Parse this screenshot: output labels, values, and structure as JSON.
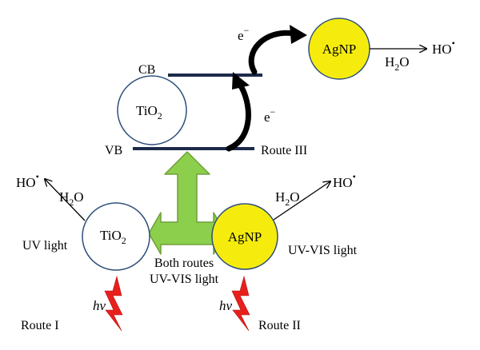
{
  "diagram": {
    "levels": {
      "cb": "CB",
      "vb": "VB"
    },
    "electron": {
      "symbol": "e",
      "superscript": "−"
    },
    "tio2": {
      "base": "TiO",
      "subscript": "2"
    },
    "agnp": "AgNP",
    "water": {
      "base": "H",
      "subscript": "2",
      "rest": "O"
    },
    "radical": {
      "base": "HO",
      "superscript": "•"
    },
    "routes": {
      "route1": "Route I",
      "route2": "Route II",
      "route3": "Route III"
    },
    "light": {
      "uv": "UV light",
      "uvvis": "UV-VIS light",
      "both_line1": "Both routes",
      "both_line2": "UV-VIS light",
      "hv_h": "h",
      "hv_nu": "ν"
    },
    "colors": {
      "agnp_fill": "#f5ec0e",
      "band_line": "#1c2a4a",
      "tio2_stroke": "#2e4f7a",
      "arrow_green": "#8ccf4c",
      "arrow_green_stroke": "#6f9f38",
      "bolt_red": "#e8201c"
    }
  }
}
